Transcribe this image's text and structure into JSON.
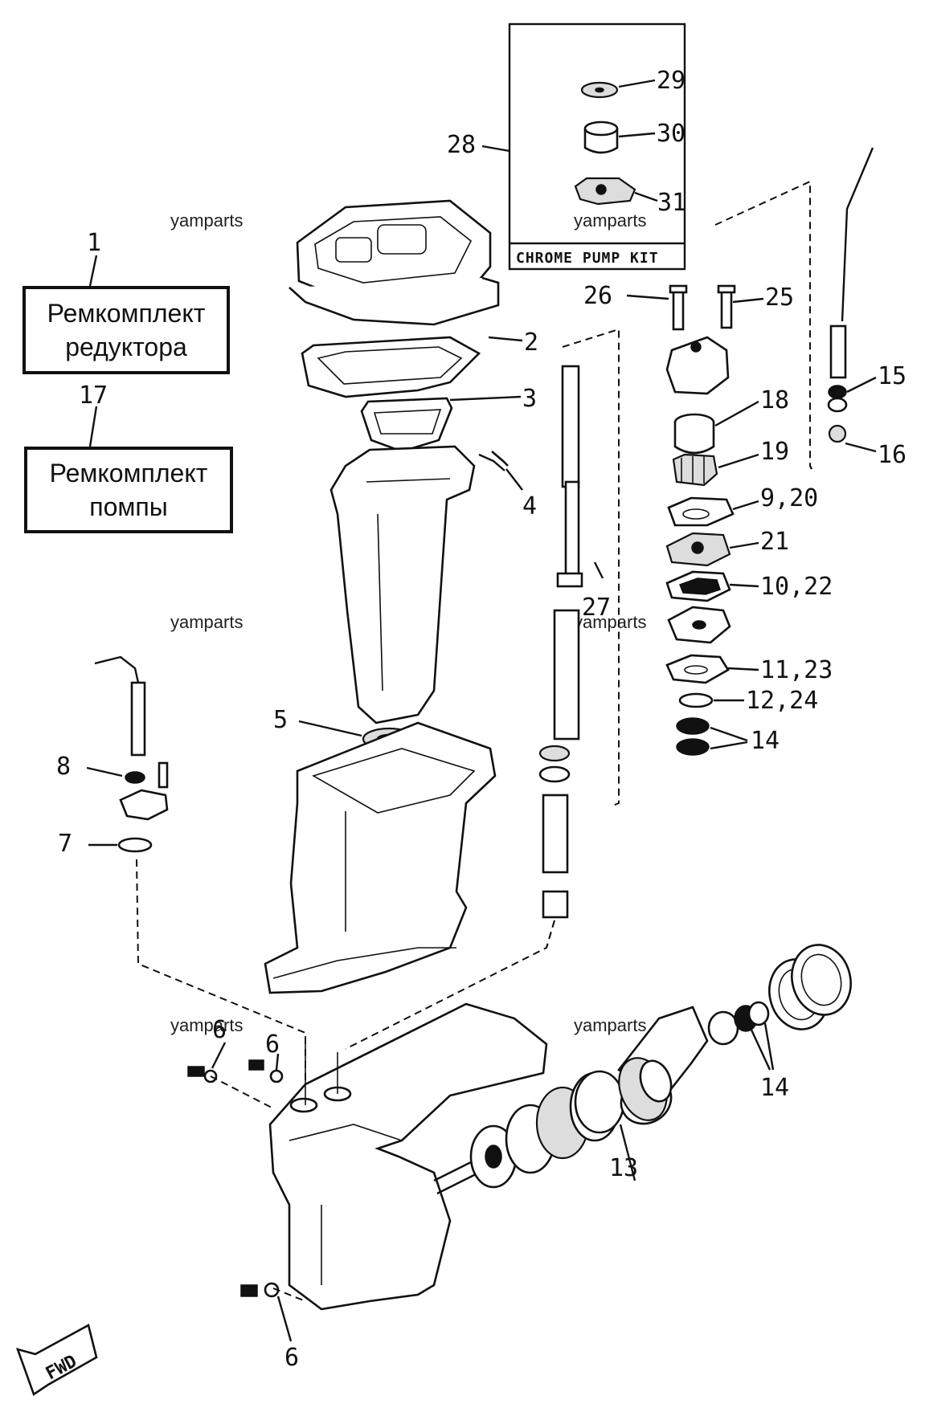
{
  "watermarks": [
    "yamparts",
    "yamparts",
    "yamparts",
    "yamparts",
    "yamparts",
    "yamparts"
  ],
  "boxes": {
    "repair_kit_gearbox": {
      "number": "1",
      "line1": "Ремкомплект",
      "line2": "редуктора"
    },
    "repair_kit_pump": {
      "number": "17",
      "line1": "Ремкомплект",
      "line2": "помпы"
    }
  },
  "pump_kit": {
    "title": "CHROME PUMP KIT",
    "number": "28",
    "items": [
      "29",
      "30",
      "31"
    ]
  },
  "callouts": {
    "c2": "2",
    "c3": "3",
    "c4": "4",
    "c5": "5",
    "c6a": "6",
    "c6b": "6",
    "c6c": "6",
    "c7": "7",
    "c8": "8",
    "c9_20": "9,20",
    "c10_22": "10,22",
    "c11_23": "11,23",
    "c12_24": "12,24",
    "c13": "13",
    "c14a": "14",
    "c14b": "14",
    "c15": "15",
    "c16": "16",
    "c18": "18",
    "c19": "19",
    "c21": "21",
    "c25": "25",
    "c26": "26",
    "c27": "27"
  },
  "fwd_label": "FWD"
}
